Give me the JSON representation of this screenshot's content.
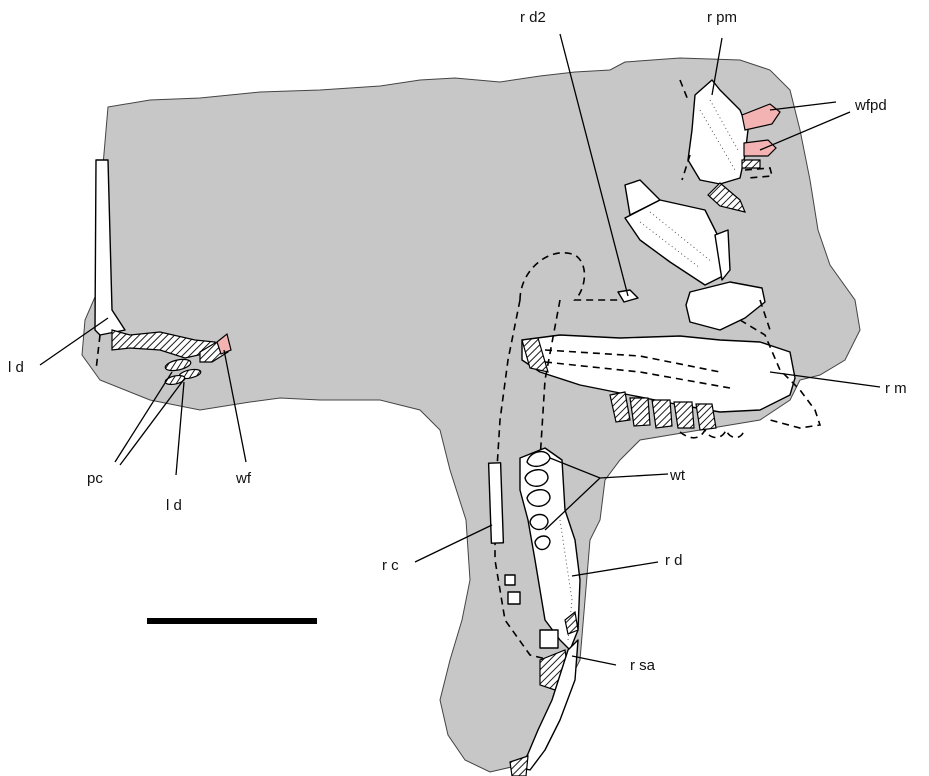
{
  "labels": {
    "rd2": "r d2",
    "rpm": "r pm",
    "wfpd": "wfpd",
    "ld_left": "l d",
    "rm": "r m",
    "pc": "pc",
    "ld_lower": "l d",
    "wf": "wf",
    "wt": "wt",
    "rc": "r c",
    "rd": "r d",
    "rsa": "r sa"
  },
  "colors": {
    "matrix": "#c7c7c7",
    "bone": "#ffffff",
    "highlight": "#f4b3b3",
    "ink": "#000000"
  }
}
